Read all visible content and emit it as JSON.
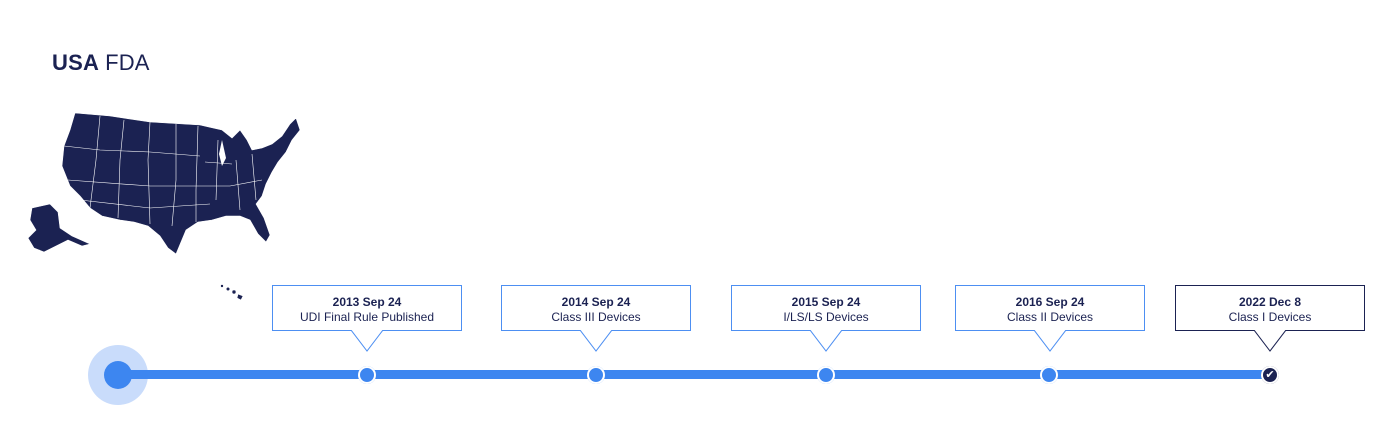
{
  "header": {
    "title_bold": "USA",
    "title_light": "FDA"
  },
  "map": {
    "icon": "usa-map-icon",
    "color": "#1b2252"
  },
  "colors": {
    "accent": "#3d86f0",
    "done": "#1b2252",
    "halo": "#c9dcfb"
  },
  "timeline": {
    "milestones": [
      {
        "date": "2013 Sep 24",
        "label": "UDI Final Rule Published",
        "status": "upcoming"
      },
      {
        "date": "2014 Sep 24",
        "label": "Class III Devices",
        "status": "upcoming"
      },
      {
        "date": "2015 Sep 24",
        "label": "I/LS/LS Devices",
        "status": "upcoming"
      },
      {
        "date": "2016 Sep 24",
        "label": "Class II Devices",
        "status": "upcoming"
      },
      {
        "date": "2022 Dec 8",
        "label": "Class I Devices",
        "status": "done"
      }
    ]
  }
}
